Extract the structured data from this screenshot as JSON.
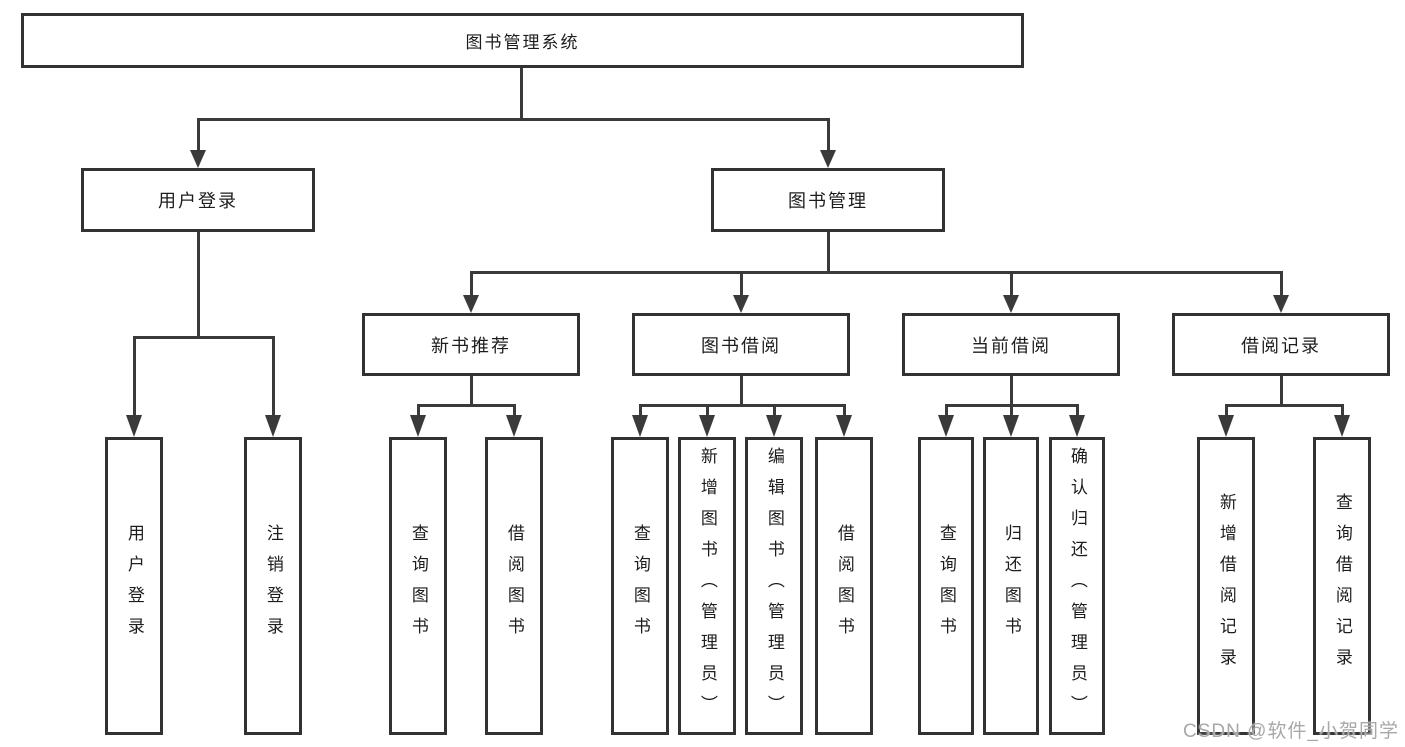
{
  "tree": {
    "label": "图书管理系统",
    "children": [
      {
        "label": "用户登录",
        "children": [
          {
            "label": "用户登录"
          },
          {
            "label": "注销登录"
          }
        ]
      },
      {
        "label": "图书管理",
        "children": [
          {
            "label": "新书推荐",
            "children": [
              {
                "label": "查询图书"
              },
              {
                "label": "借阅图书"
              }
            ]
          },
          {
            "label": "图书借阅",
            "children": [
              {
                "label": "查询图书"
              },
              {
                "label": "新增图书（管理员）"
              },
              {
                "label": "编辑图书（管理员）"
              },
              {
                "label": "借阅图书"
              }
            ]
          },
          {
            "label": "当前借阅",
            "children": [
              {
                "label": "查询图书"
              },
              {
                "label": "归还图书"
              },
              {
                "label": "确认归还（管理员）"
              }
            ]
          },
          {
            "label": "借阅记录",
            "children": [
              {
                "label": "新增借阅记录"
              },
              {
                "label": "查询借阅记录"
              }
            ]
          }
        ]
      }
    ]
  },
  "watermark": {
    "text": "CSDN @软件_小贺同学"
  },
  "colors": {
    "line": "#3a3a3a",
    "border": "#323232",
    "text": "#1d1d1d",
    "background": "#ffffff",
    "watermark": "#a8a8a8"
  }
}
